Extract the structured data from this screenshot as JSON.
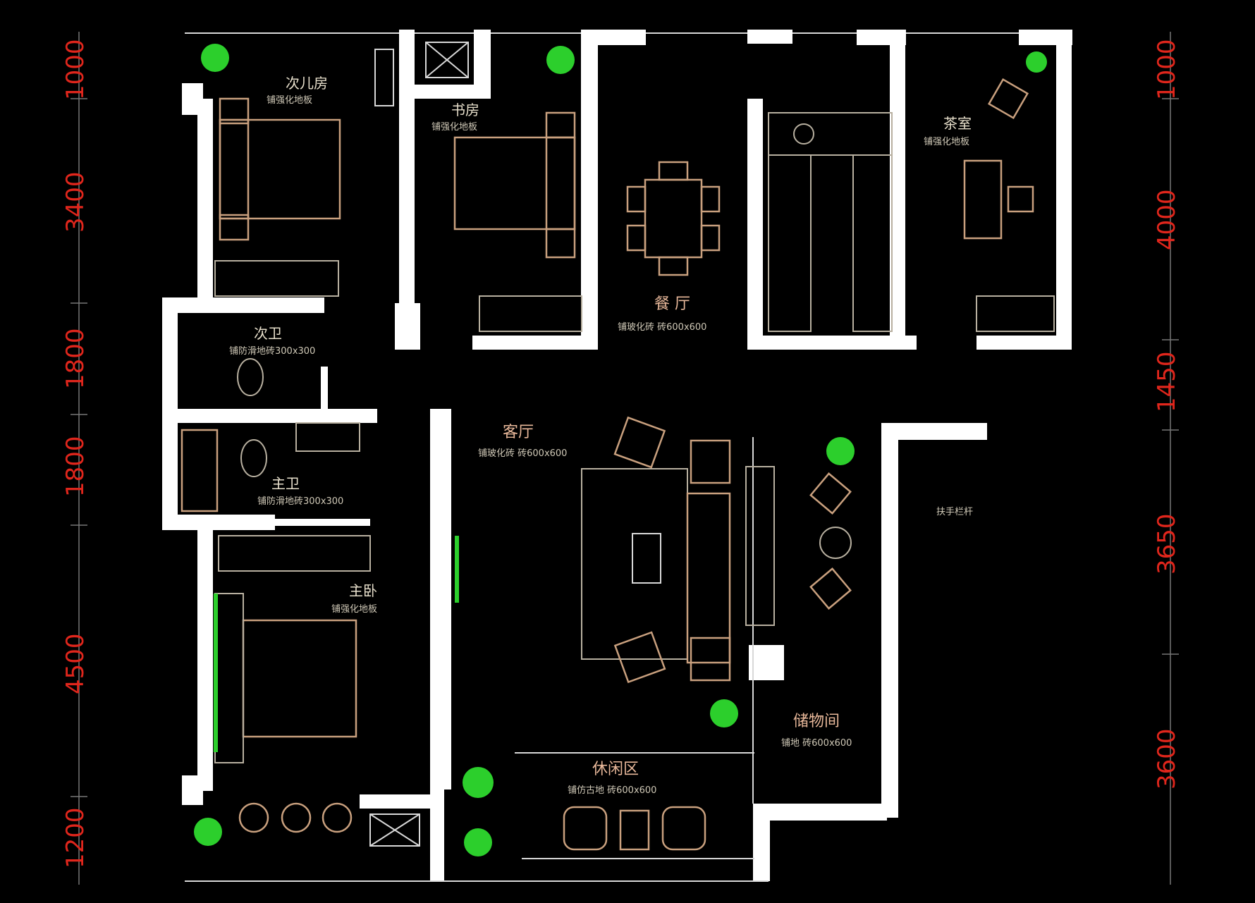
{
  "dimensions": {
    "left": [
      "1000",
      "3400",
      "1800",
      "1800",
      "4500",
      "1200"
    ],
    "right": [
      "1000",
      "4000",
      "1450",
      "3650",
      "3600"
    ]
  },
  "rooms": {
    "child_room": {
      "name": "次儿房",
      "note": "铺强化地板"
    },
    "study": {
      "name": "书房",
      "note": "铺强化地板"
    },
    "dining": {
      "name": "餐 厅",
      "note": "铺玻化砖 砖600x600"
    },
    "tea_room": {
      "name": "茶室",
      "note": "铺强化地板"
    },
    "second_bath": {
      "name": "次卫",
      "note": "铺防滑地砖300x300"
    },
    "master_bath": {
      "name": "主卫",
      "note": "铺防滑地砖300x300"
    },
    "living": {
      "name": "客厅",
      "note": "铺玻化砖 砖600x600"
    },
    "handrail": {
      "name": "扶手栏杆"
    },
    "master_bedroom": {
      "name": "主卧",
      "note": "铺强化地板"
    },
    "storage": {
      "name": "储物间",
      "note": "铺地 砖600x600"
    },
    "leisure": {
      "name": "休闲区",
      "note": "铺仿古地 砖600x600"
    }
  },
  "colors": {
    "background": "#000000",
    "wall": "#ffffff",
    "dimension_text": "#e0261c",
    "furniture": "#c9a07e",
    "plant": "#2ccf2c"
  }
}
